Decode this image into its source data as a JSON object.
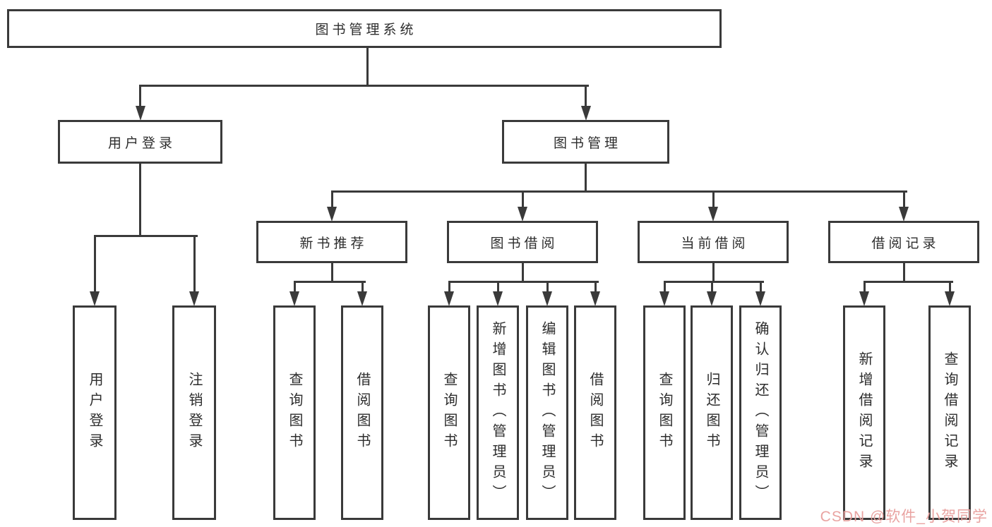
{
  "diagram_type": "hierarchy-tree",
  "colors": {
    "line": "#3a3a3a",
    "text": "#2d2d2d",
    "box_bg": "#ffffff",
    "watermark": "#e89e9c"
  },
  "watermark": "CSDN @软件_小贺同学",
  "tree": {
    "label": "图书管理系统",
    "children": [
      {
        "label": "用户登录",
        "children": [
          {
            "label": "用户登录"
          },
          {
            "label": "注销登录"
          }
        ]
      },
      {
        "label": "图书管理",
        "children": [
          {
            "label": "新书推荐",
            "children": [
              {
                "label": "查询图书"
              },
              {
                "label": "借阅图书"
              }
            ]
          },
          {
            "label": "图书借阅",
            "children": [
              {
                "label": "查询图书"
              },
              {
                "label": "新增图书（管理员）"
              },
              {
                "label": "编辑图书（管理员）"
              },
              {
                "label": "借阅图书"
              }
            ]
          },
          {
            "label": "当前借阅",
            "children": [
              {
                "label": "查询图书"
              },
              {
                "label": "归还图书"
              },
              {
                "label": "确认归还（管理员）"
              }
            ]
          },
          {
            "label": "借阅记录",
            "children": [
              {
                "label": "新增借阅记录"
              },
              {
                "label": "查询借阅记录"
              }
            ]
          }
        ]
      }
    ]
  }
}
